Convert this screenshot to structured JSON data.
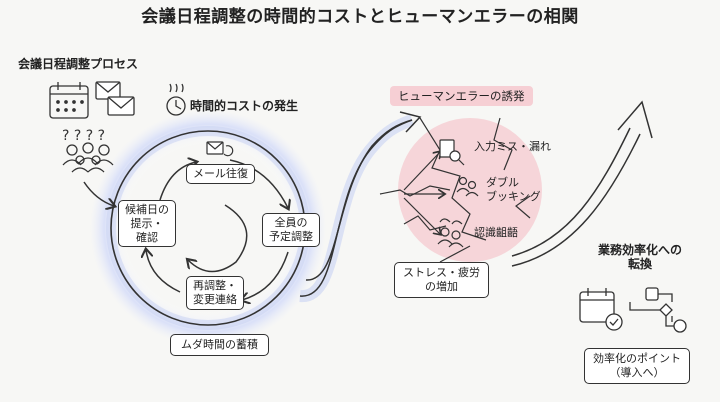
{
  "title": "会議日程調整の時間的コストとヒューマンエラーの相関",
  "left": {
    "heading": "会議日程調整プロセス",
    "time_cost_label": "時間的コストの発生",
    "cycle": {
      "mail": "メール往復",
      "all_members_line1": "全員の",
      "all_members_line2": "予定調整",
      "readjust_line1": "再調整・",
      "readjust_line2": "変更連絡",
      "candidate_line1": "候補日の",
      "candidate_line2": "提示・",
      "candidate_line3": "確認"
    },
    "waste_box": "ムダ時間の蓄積"
  },
  "middle": {
    "error_banner": "ヒューマンエラーの誘発",
    "errors": [
      "入力ミス・漏れ",
      "ダブル",
      "ブッキング",
      "認識齟齬"
    ],
    "stress_line1": "ストレス・疲労",
    "stress_line2": "の増加"
  },
  "right": {
    "transform_line1": "業務効率化への",
    "transform_line2": "転換",
    "points_line1": "効率化のポイント",
    "points_line2": "（導入へ）"
  },
  "colors": {
    "glow": "#dfe5fa",
    "pink": "#f6cfd4",
    "ink": "#333333"
  }
}
